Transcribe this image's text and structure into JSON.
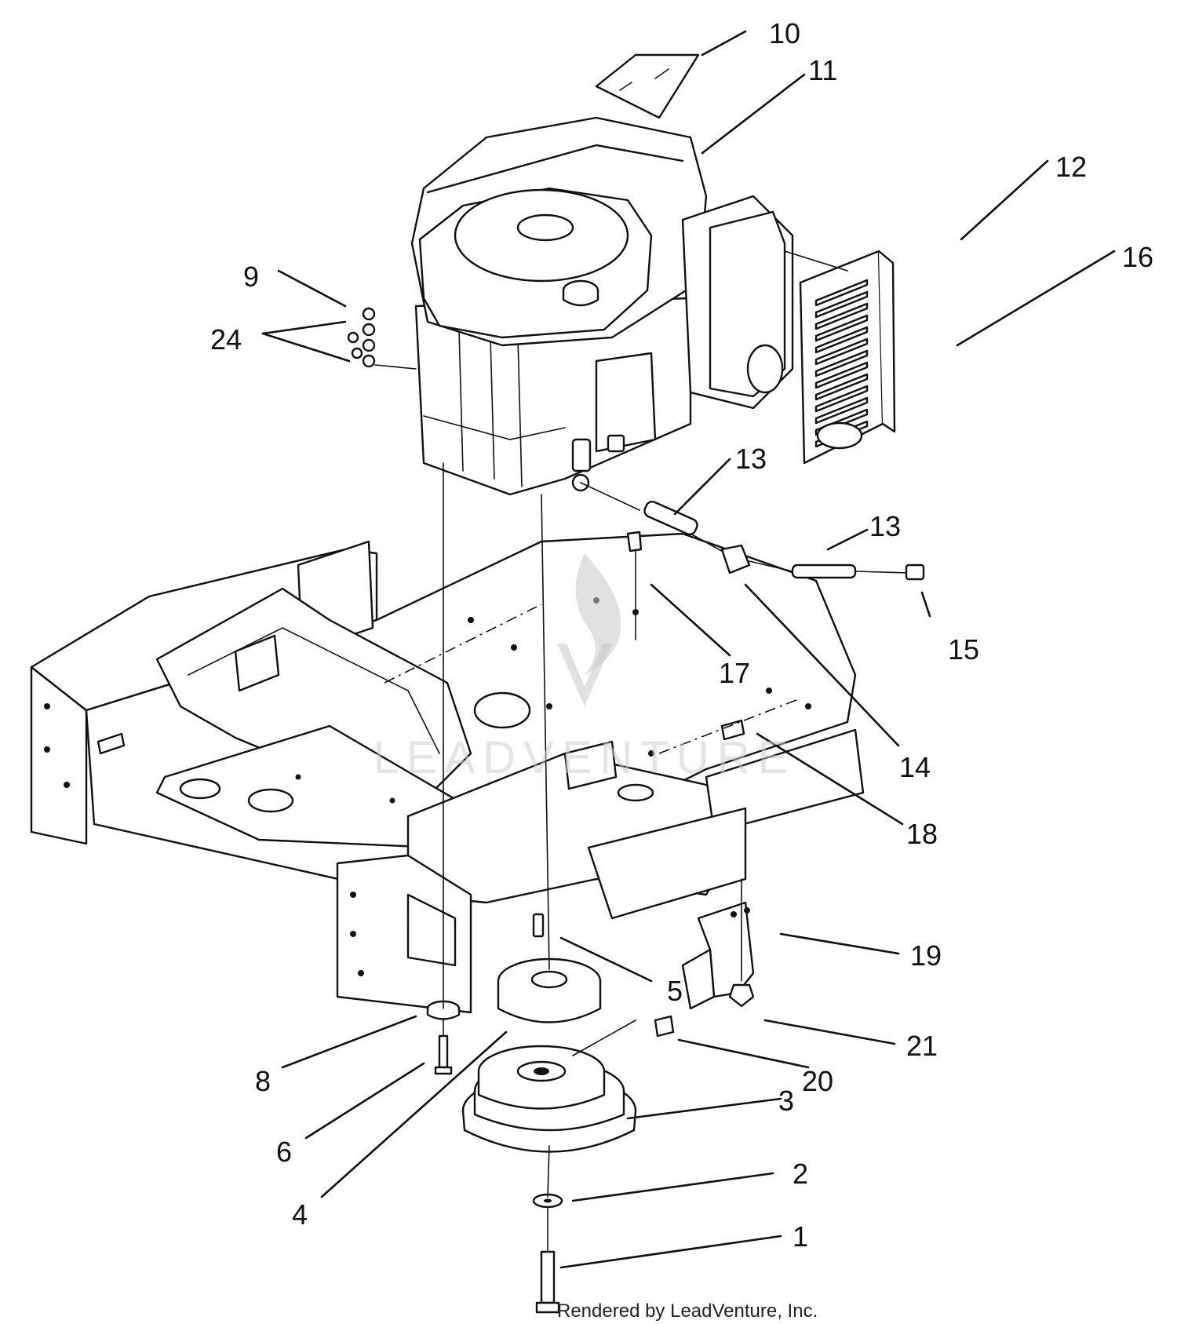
{
  "callouts": [
    {
      "id": "1",
      "label": "1"
    },
    {
      "id": "2",
      "label": "2"
    },
    {
      "id": "3",
      "label": "3"
    },
    {
      "id": "4",
      "label": "4"
    },
    {
      "id": "5",
      "label": "5"
    },
    {
      "id": "6",
      "label": "6"
    },
    {
      "id": "8",
      "label": "8"
    },
    {
      "id": "9",
      "label": "9"
    },
    {
      "id": "10",
      "label": "10"
    },
    {
      "id": "11",
      "label": "11"
    },
    {
      "id": "12",
      "label": "12"
    },
    {
      "id": "13a",
      "label": "13"
    },
    {
      "id": "13b",
      "label": "13"
    },
    {
      "id": "14",
      "label": "14"
    },
    {
      "id": "15",
      "label": "15"
    },
    {
      "id": "16",
      "label": "16"
    },
    {
      "id": "17",
      "label": "17"
    },
    {
      "id": "18",
      "label": "18"
    },
    {
      "id": "19",
      "label": "19"
    },
    {
      "id": "20",
      "label": "20"
    },
    {
      "id": "21",
      "label": "21"
    },
    {
      "id": "24",
      "label": "24"
    }
  ],
  "watermark": {
    "text": "LEADVENTURE"
  },
  "credit": {
    "text": "Rendered by LeadVenture, Inc."
  },
  "colors": {
    "ink": "#111111",
    "paper": "#ffffff",
    "watermark": "#c9c9c9"
  }
}
